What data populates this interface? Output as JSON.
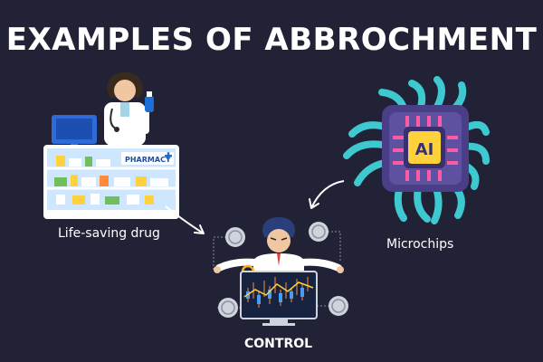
{
  "title": "EXAMPLES OF ABBROCHMENT",
  "labels": {
    "drug": "Life-saving drug",
    "chips": "Microchips",
    "control": "CONTROL"
  },
  "pharmacy_sign": "PHARMACY",
  "chip_text": "AI",
  "colors": {
    "background": "#222236",
    "cable": "#3ec8d0",
    "chip_body": "#4a3f86",
    "chip_core": "#ffd23c",
    "pharmacy_blue": "#cfe6ff",
    "coin_gray": "#cfd3dc"
  },
  "icons": [
    "pharmacist-icon",
    "pharmacy-counter-icon",
    "microchip-icon",
    "businessman-icon",
    "stock-chart-icon",
    "coin-icon",
    "arrow-icon"
  ]
}
